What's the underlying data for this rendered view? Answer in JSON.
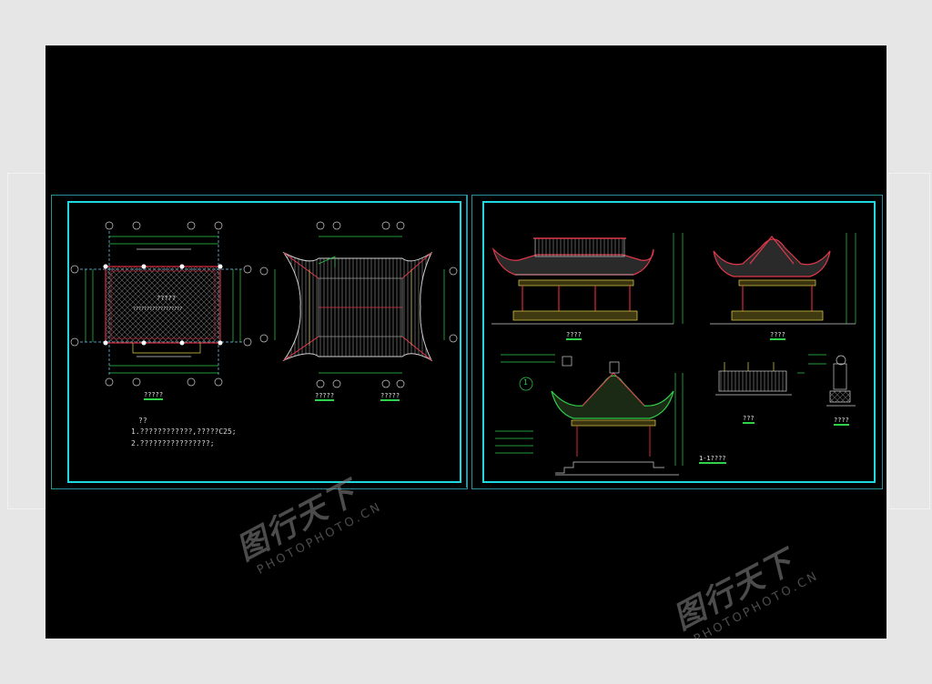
{
  "plan_sheet": {
    "floor_plan_title": "?????",
    "roof_plan_title": "?????",
    "roof_plan_title_2": "?????",
    "plan_center_label": "?????",
    "plan_center_sublabel": "??????????????????",
    "notes_heading": "??",
    "note_1": "1.????????????,?????C25;",
    "note_2": "2.????????????????;"
  },
  "elevation_sheet": {
    "front_elevation_title": "????",
    "side_elevation_title": "????",
    "section_title": "1-1????",
    "detail_title": "???",
    "detail_title_2": "????",
    "section_marker": "1"
  },
  "watermark": {
    "name": "图行天下",
    "site": "PHOTOPHOTO.CN"
  },
  "colors": {
    "frame": "#20d9e0",
    "title_underline": "#2fd14a",
    "roof_red": "#e0384a",
    "roof_green": "#2fd14a",
    "beam_yellow": "#e6d24a",
    "column_red": "#d8283a"
  }
}
